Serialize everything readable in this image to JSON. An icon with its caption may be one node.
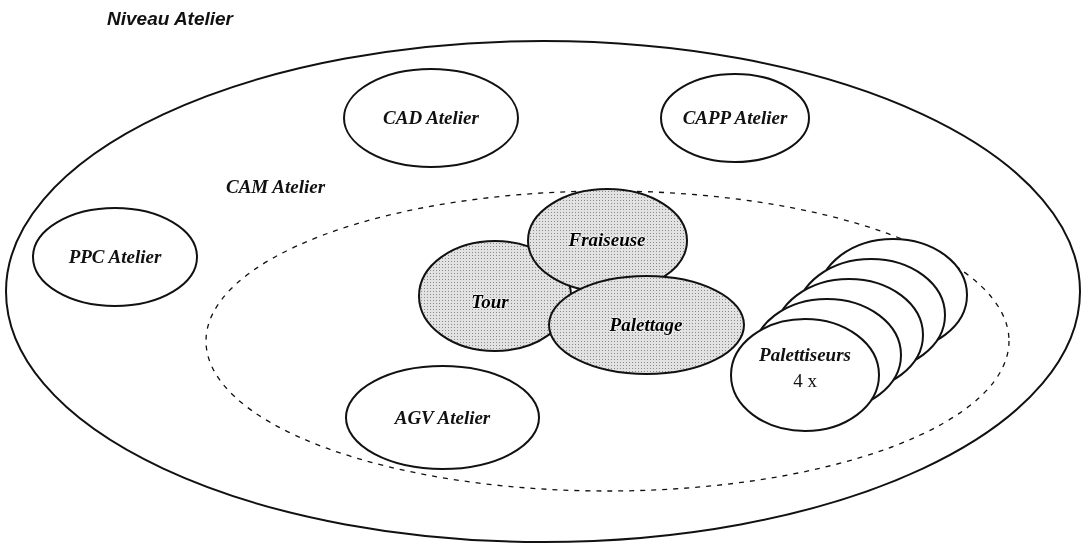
{
  "diagram": {
    "nodes": [
      {
        "text": [
          "Niveau Atelier"
        ]
      },
      {
        "text": [
          "CAD Atelier"
        ],
        "in": 0
      },
      {
        "text": [
          "CAPP Atelier"
        ],
        "in": 0
      },
      {
        "text": [
          "CAM Atelier"
        ],
        "in": 0
      },
      {
        "text": [
          "PPC Atelier"
        ],
        "in": 0
      },
      {
        "text": [
          "Fraiseuse"
        ],
        "in": 3
      },
      {
        "text": [
          "Tour"
        ],
        "in": 3
      },
      {
        "text": [
          "Palettage"
        ],
        "in": 3
      },
      {
        "text": [
          "Palettiseurs",
          "4 x"
        ],
        "in": 3
      },
      {
        "text": [
          "AGV Atelier"
        ],
        "in": 3
      }
    ]
  }
}
